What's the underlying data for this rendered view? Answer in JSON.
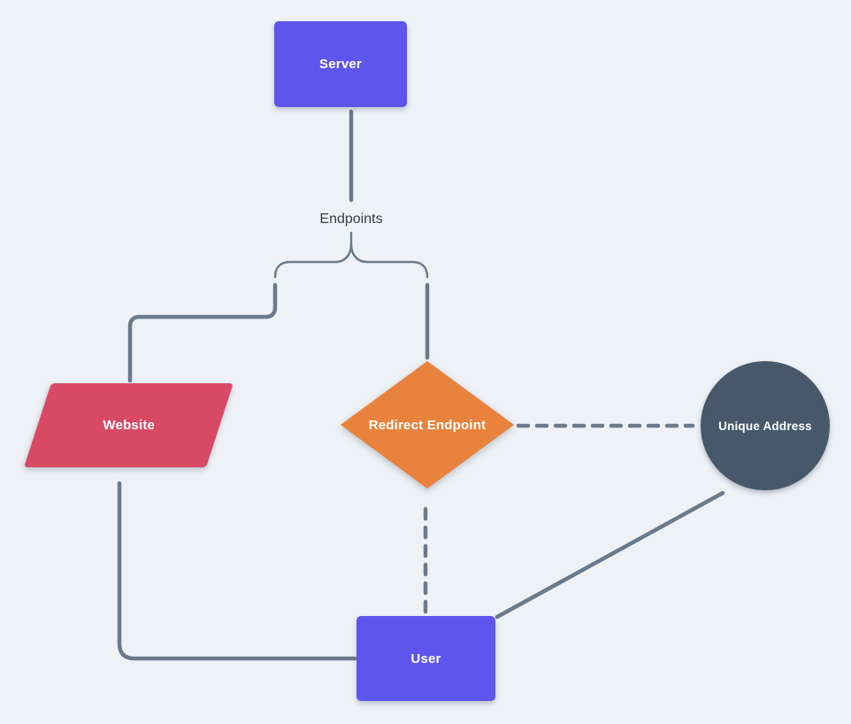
{
  "canvas": {
    "background_color": "#eef2f6",
    "connector_color": "#6b7a8b",
    "floating_label_color": "#323d49"
  },
  "diagram": {
    "nodes": [
      {
        "id": "server",
        "label": "Server",
        "shape": "rectangle",
        "color": "#5d55ec",
        "text_color": "#ffffff"
      },
      {
        "id": "endpoints",
        "label": "Endpoints",
        "shape": "text-label",
        "color": "#323d49",
        "text_color": "#323d49"
      },
      {
        "id": "website",
        "label": "Website",
        "shape": "parallelogram",
        "color": "#d84a64",
        "text_color": "#ffffff"
      },
      {
        "id": "redirect-endpoint",
        "label": "Redirect Endpoint",
        "shape": "diamond",
        "color": "#e8823c",
        "text_color": "#ffffff"
      },
      {
        "id": "unique-address",
        "label": "Unique Address",
        "shape": "circle",
        "color": "#46586a",
        "text_color": "#ffffff"
      },
      {
        "id": "user",
        "label": "User",
        "shape": "rectangle",
        "color": "#5d55ec",
        "text_color": "#ffffff"
      }
    ],
    "edges": [
      {
        "from": "server",
        "to": "endpoints",
        "style": "solid",
        "arrow": true,
        "route": "straight-down"
      },
      {
        "from": "endpoints",
        "to": "split",
        "style": "solid",
        "arrow": false,
        "route": "curly-brace-split"
      },
      {
        "from": "split",
        "to": "website",
        "style": "solid",
        "arrow": false,
        "route": "down-left-down"
      },
      {
        "from": "split",
        "to": "redirect-endpoint",
        "style": "solid",
        "arrow": false,
        "route": "straight-down"
      },
      {
        "from": "redirect-endpoint",
        "to": "unique-address",
        "style": "dashed",
        "arrow": true,
        "route": "straight-right"
      },
      {
        "from": "user",
        "to": "redirect-endpoint",
        "style": "dashed",
        "arrow": true,
        "route": "straight-up"
      },
      {
        "from": "user",
        "to": "unique-address",
        "style": "solid",
        "arrow": true,
        "route": "diagonal-up-right"
      },
      {
        "from": "user",
        "to": "website",
        "style": "solid",
        "arrow": true,
        "route": "left-then-up"
      }
    ]
  }
}
